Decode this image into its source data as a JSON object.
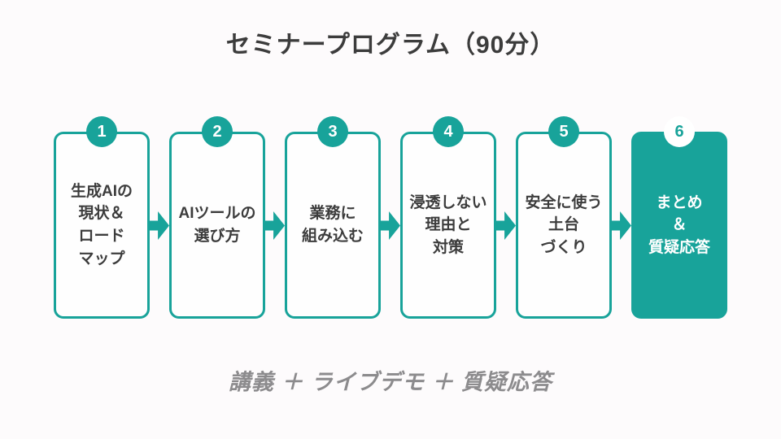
{
  "title": "セミナープログラム（90分）",
  "footer": "講義 ＋ ライブデモ ＋ 質疑応答",
  "colors": {
    "teal": "#18a39a",
    "card_background": "#fefefe",
    "page_background": "#fdfbfc",
    "text_dark": "#3c3c3c",
    "footer_gray": "#8c8b8d",
    "highlight_text": "#ffffff"
  },
  "steps": [
    {
      "number": "1",
      "lines": [
        "生成AIの",
        "現状＆",
        "ロード",
        "マップ"
      ],
      "highlighted": false
    },
    {
      "number": "2",
      "lines": [
        "AIツールの",
        "選び方"
      ],
      "highlighted": false
    },
    {
      "number": "3",
      "lines": [
        "業務に",
        "組み込む"
      ],
      "highlighted": false
    },
    {
      "number": "4",
      "lines": [
        "浸透しない",
        "理由と",
        "対策"
      ],
      "highlighted": false
    },
    {
      "number": "5",
      "lines": [
        "安全に使う",
        "土台",
        "づくり"
      ],
      "highlighted": false
    },
    {
      "number": "6",
      "lines": [
        "まとめ",
        "＆",
        "質疑応答"
      ],
      "highlighted": true
    }
  ]
}
